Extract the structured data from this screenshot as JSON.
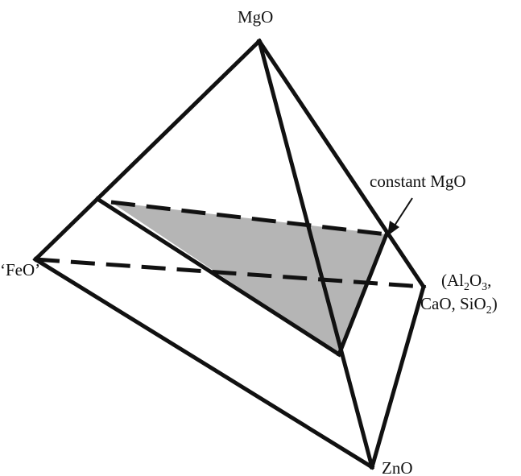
{
  "diagram": {
    "vertices": {
      "top": "MgO",
      "left": "‘FeO’",
      "right_line1_prefix": "(Al",
      "right_line1_sub1": "2",
      "right_line1_mid": "O",
      "right_line1_sub2": "3",
      "right_line1_suffix": ",",
      "right_line2_prefix": "CaO, SiO",
      "right_line2_sub": "2",
      "right_line2_suffix": ")",
      "bottom": "ZnO"
    },
    "annotation": "constant MgO",
    "colors": {
      "edges": "#111111",
      "plane_fill": "#b5b5b5",
      "background": "#ffffff"
    }
  }
}
